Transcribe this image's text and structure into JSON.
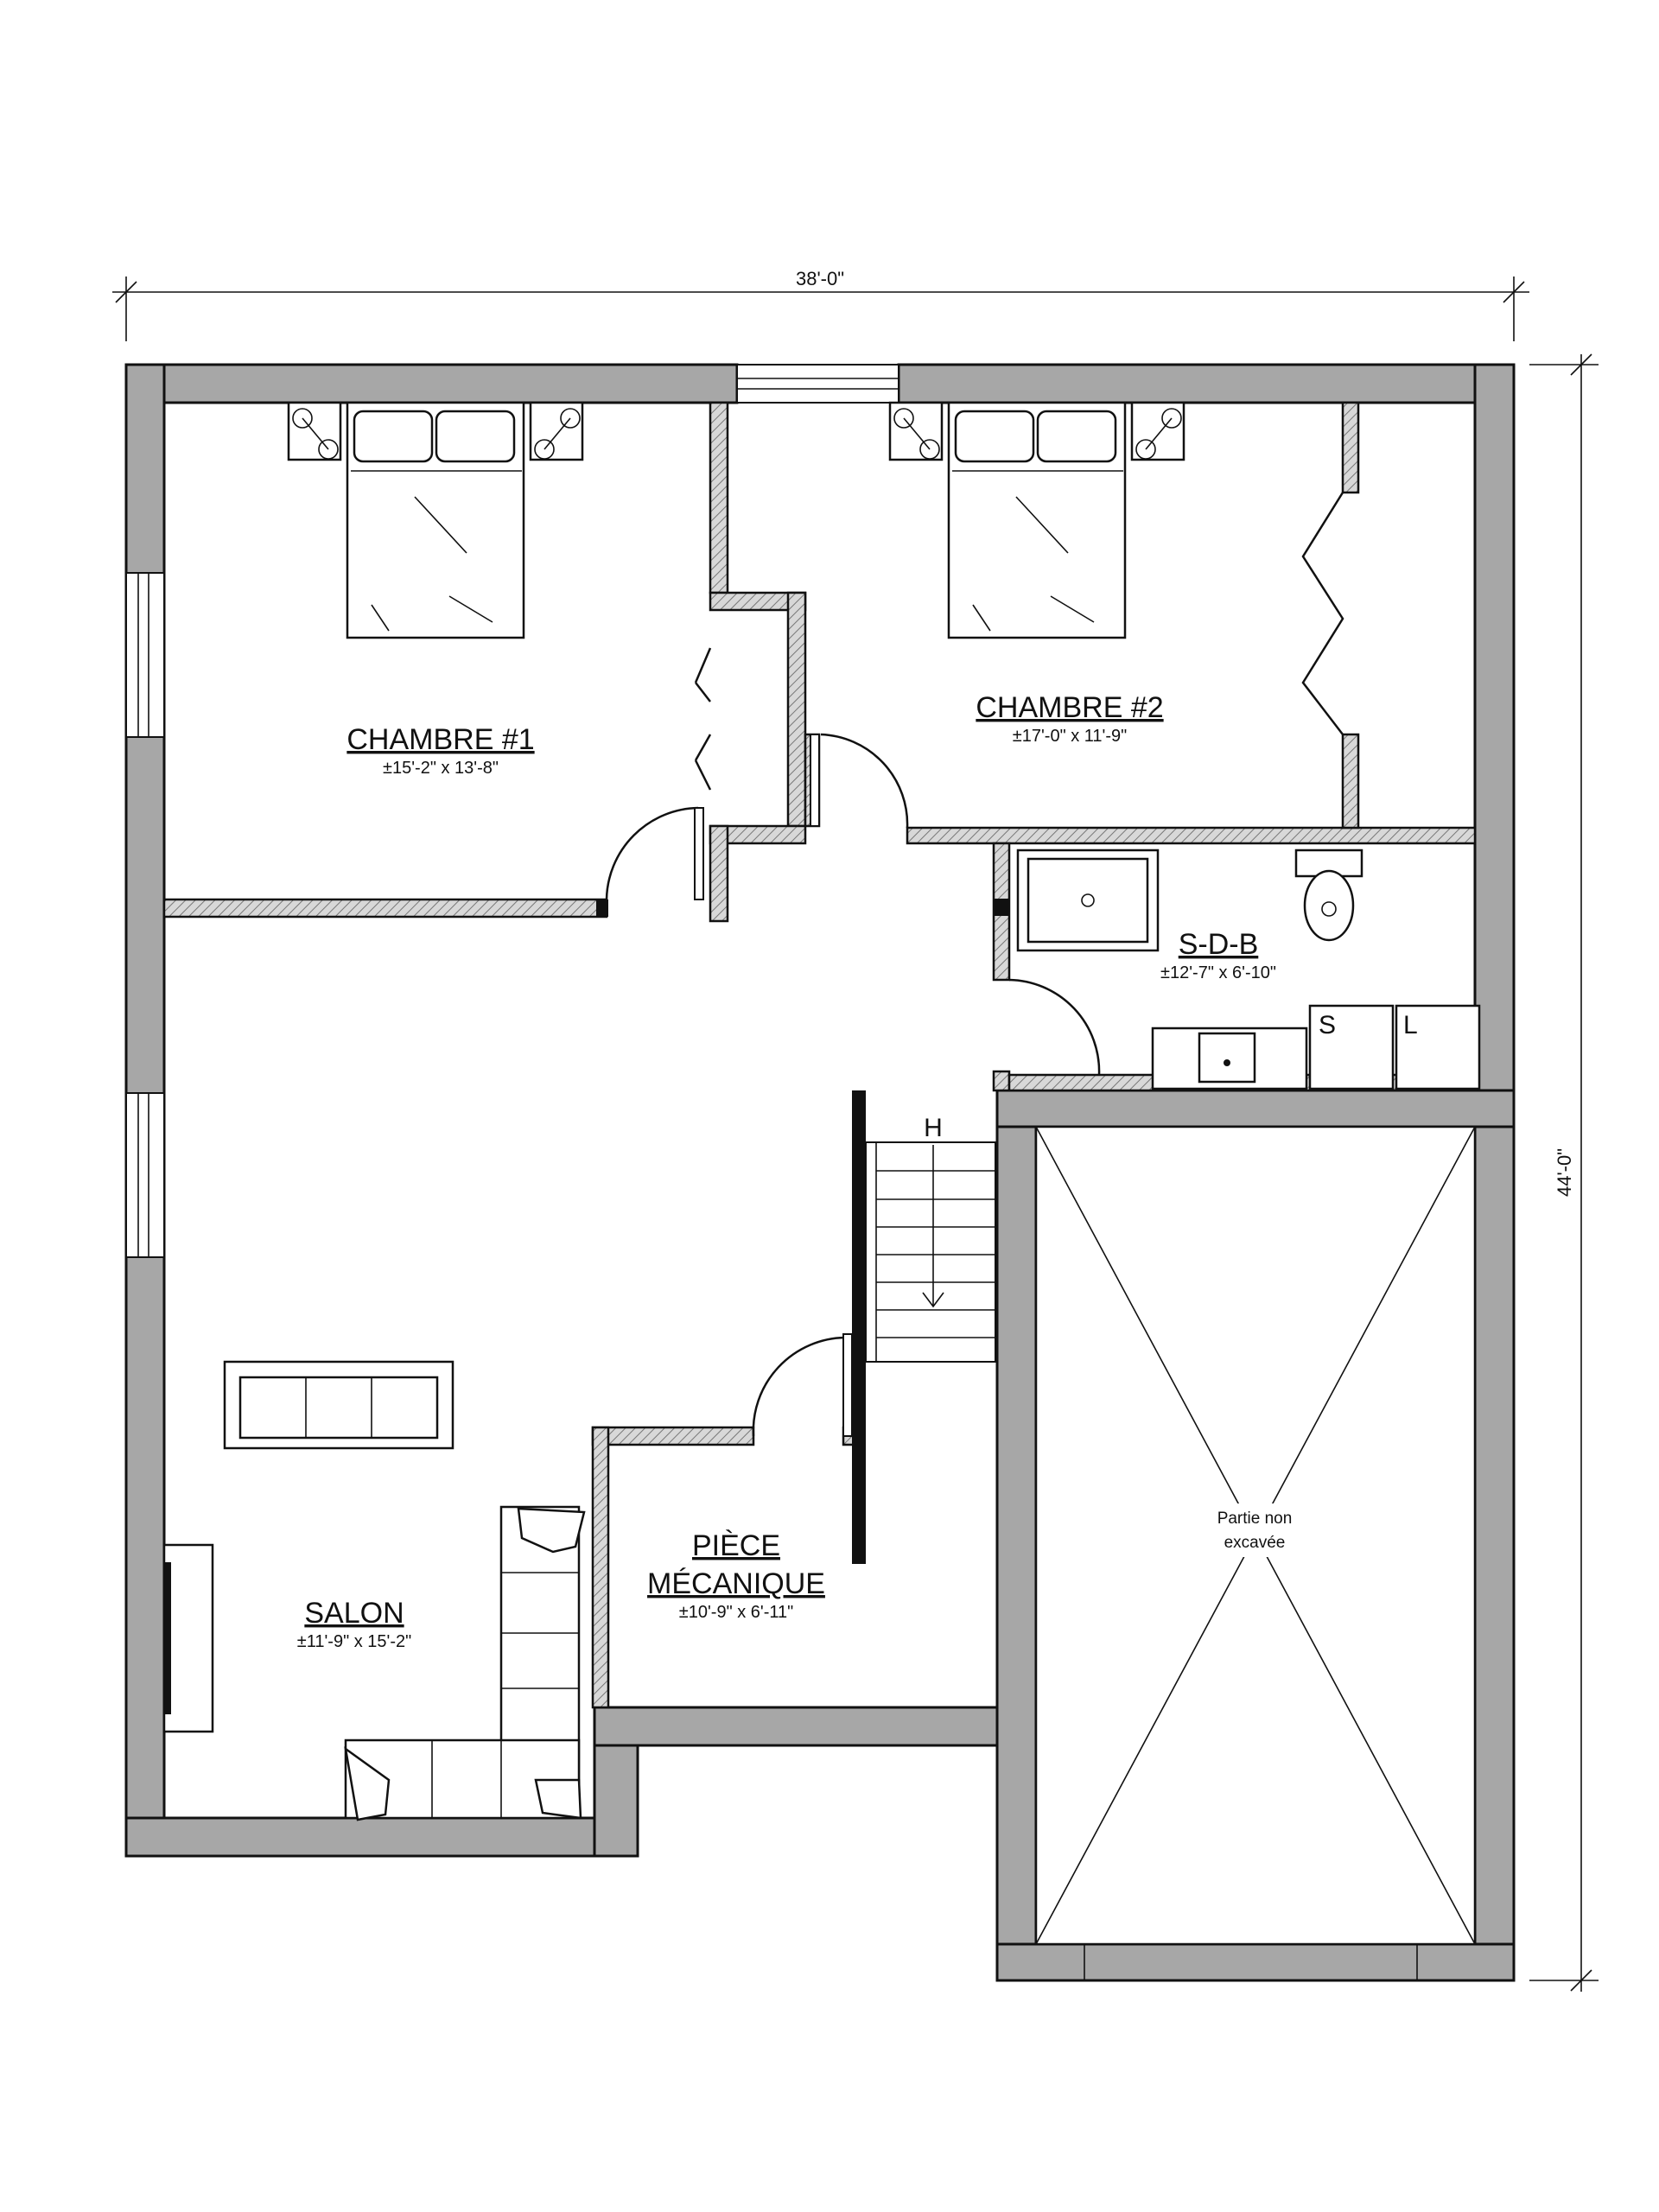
{
  "dimensions": {
    "width": "38'-0\"",
    "depth": "44'-0\""
  },
  "rooms": {
    "chambre1": {
      "name": "CHAMBRE #1",
      "size": "±15'-2\" x 13'-8\""
    },
    "chambre2": {
      "name": "CHAMBRE #2",
      "size": "±17'-0\" x 11'-9\""
    },
    "sdb": {
      "name": "S-D-B",
      "size": "±12'-7\" x 6'-10\""
    },
    "salon": {
      "name": "SALON",
      "size": "±11'-9\" x 15'-2\""
    },
    "mecanique": {
      "name_line1": "PIÈCE",
      "name_line2": "MÉCANIQUE",
      "size": "±10'-9\" x 6'-11\""
    },
    "unexcavated": {
      "line1": "Partie non",
      "line2": "excavée"
    }
  },
  "labels": {
    "stairs": "H",
    "sink_s": "S",
    "laundry_l": "L"
  },
  "colors": {
    "wall": "#a7a7a7",
    "line": "#111111",
    "background": "#ffffff"
  }
}
